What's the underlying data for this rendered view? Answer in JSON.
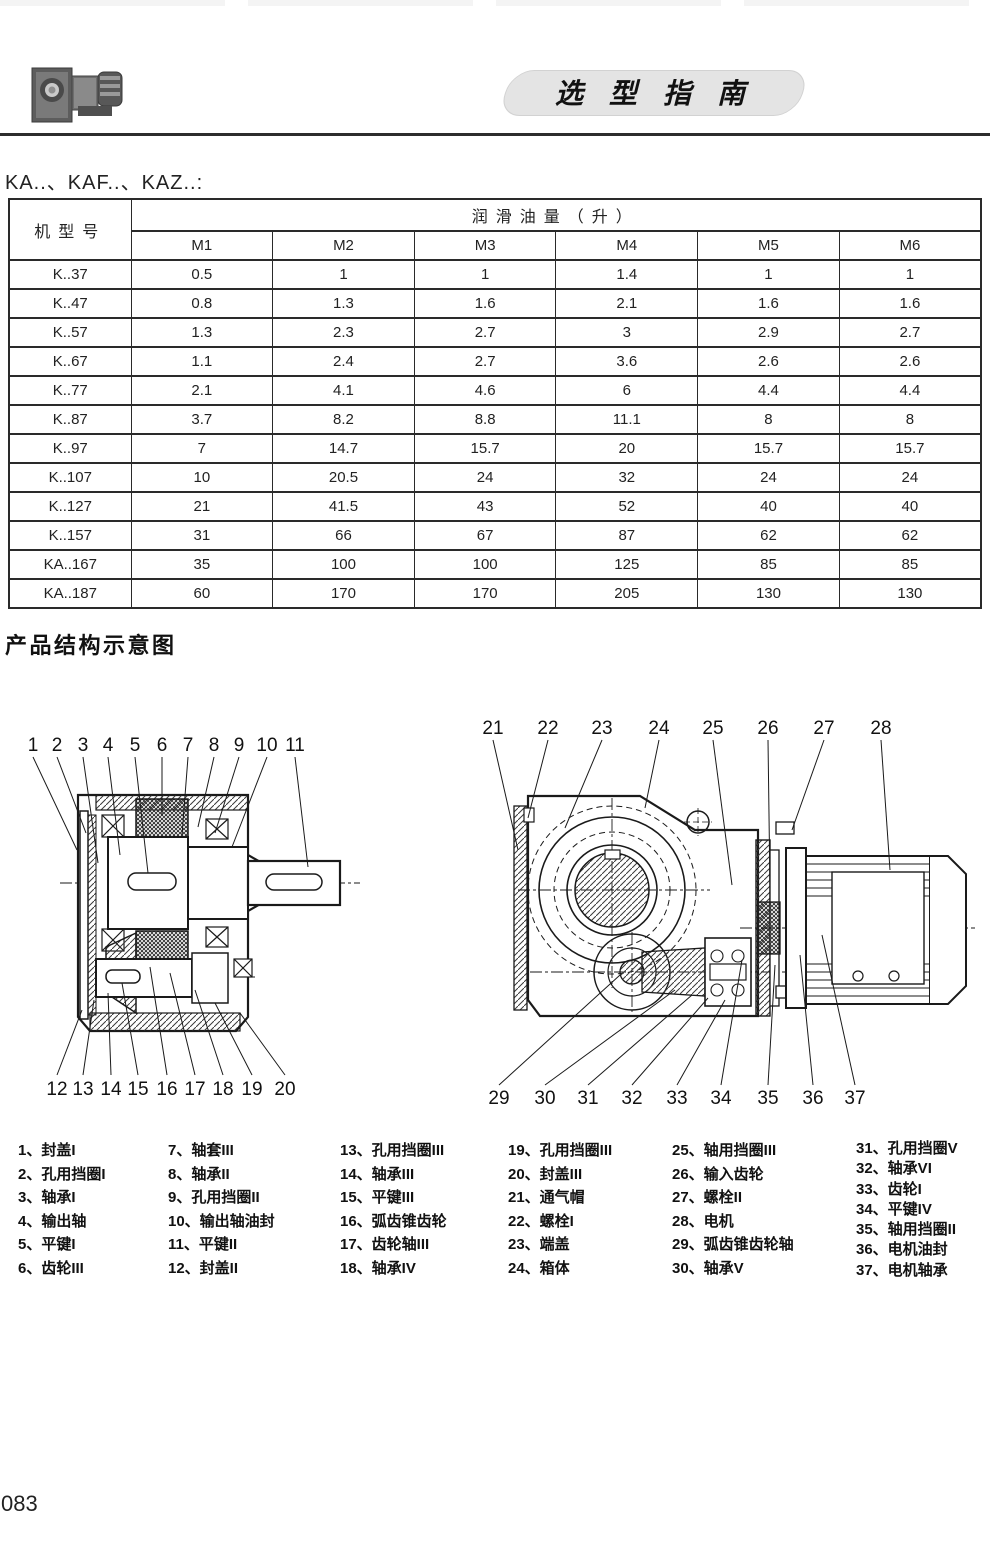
{
  "header": {
    "banner_title": "选型指南"
  },
  "intro": {
    "models_heading": "KA..、KAF..、KAZ..:"
  },
  "oil_table": {
    "model_header": "机型号",
    "group_header": "润滑油量（升）",
    "columns": [
      "M1",
      "M2",
      "M3",
      "M4",
      "M5",
      "M6"
    ],
    "rows": [
      {
        "model": "K..37",
        "values": [
          "0.5",
          "1",
          "1",
          "1.4",
          "1",
          "1"
        ]
      },
      {
        "model": "K..47",
        "values": [
          "0.8",
          "1.3",
          "1.6",
          "2.1",
          "1.6",
          "1.6"
        ]
      },
      {
        "model": "K..57",
        "values": [
          "1.3",
          "2.3",
          "2.7",
          "3",
          "2.9",
          "2.7"
        ]
      },
      {
        "model": "K..67",
        "values": [
          "1.1",
          "2.4",
          "2.7",
          "3.6",
          "2.6",
          "2.6"
        ]
      },
      {
        "model": "K..77",
        "values": [
          "2.1",
          "4.1",
          "4.6",
          "6",
          "4.4",
          "4.4"
        ]
      },
      {
        "model": "K..87",
        "values": [
          "3.7",
          "8.2",
          "8.8",
          "11.1",
          "8",
          "8"
        ]
      },
      {
        "model": "K..97",
        "values": [
          "7",
          "14.7",
          "15.7",
          "20",
          "15.7",
          "15.7"
        ]
      },
      {
        "model": "K..107",
        "values": [
          "10",
          "20.5",
          "24",
          "32",
          "24",
          "24"
        ]
      },
      {
        "model": "K..127",
        "values": [
          "21",
          "41.5",
          "43",
          "52",
          "40",
          "40"
        ]
      },
      {
        "model": "K..157",
        "values": [
          "31",
          "66",
          "67",
          "87",
          "62",
          "62"
        ]
      },
      {
        "model": "KA..167",
        "values": [
          "35",
          "100",
          "100",
          "125",
          "85",
          "85"
        ]
      },
      {
        "model": "KA..187",
        "values": [
          "60",
          "170",
          "170",
          "205",
          "130",
          "130"
        ]
      }
    ]
  },
  "diagram_section": {
    "title": "产品结构示意图",
    "left_top_callouts": [
      "1",
      "2",
      "3",
      "4",
      "5",
      "6",
      "7",
      "8",
      "9",
      "10",
      "11"
    ],
    "left_bottom_callouts": [
      "12",
      "13",
      "14",
      "15",
      "16",
      "17",
      "18",
      "19",
      "20"
    ],
    "right_top_callouts": [
      "21",
      "22",
      "23",
      "24",
      "25",
      "26",
      "27",
      "28"
    ],
    "right_bottom_callouts": [
      "29",
      "30",
      "31",
      "32",
      "33",
      "34",
      "35",
      "36",
      "37"
    ]
  },
  "parts_list": {
    "columns": [
      [
        "1、封盖I",
        "2、孔用挡圈I",
        "3、轴承I",
        "4、输出轴",
        "5、平键I",
        "6、齿轮III"
      ],
      [
        "7、轴套III",
        "8、轴承II",
        "9、孔用挡圈II",
        "10、输出轴油封",
        "11、平键II",
        "12、封盖II"
      ],
      [
        "13、孔用挡圈III",
        "14、轴承III",
        "15、平键III",
        "16、弧齿锥齿轮",
        "17、齿轮轴III",
        "18、轴承IV"
      ],
      [
        "19、孔用挡圈III",
        "20、封盖III",
        "21、通气帽",
        "22、螺栓I",
        "23、端盖",
        "24、箱体"
      ],
      [
        "25、轴用挡圈III",
        "26、输入齿轮",
        "27、螺栓II",
        "28、电机",
        "29、弧齿锥齿轮轴",
        "30、轴承V"
      ],
      [
        "31、孔用挡圈V",
        "32、轴承VI",
        "33、齿轮I",
        "34、平键IV",
        "35、轴用挡圈II",
        "36、电机油封",
        "37、电机轴承"
      ]
    ]
  },
  "footer": {
    "page_number": "083"
  }
}
